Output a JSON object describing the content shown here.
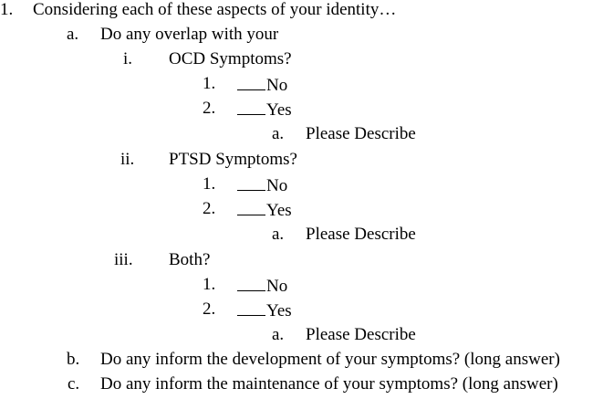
{
  "question": {
    "number": "1.",
    "text": "Considering each of these aspects of your identity…",
    "parts": [
      {
        "marker": "a.",
        "text": "Do any overlap with your",
        "subitems": [
          {
            "marker": "i.",
            "text": "OCD Symptoms?",
            "options": [
              {
                "marker": "1.",
                "label": "No"
              },
              {
                "marker": "2.",
                "label": "Yes"
              }
            ],
            "followup": {
              "marker": "a.",
              "text": "Please Describe"
            }
          },
          {
            "marker": "ii.",
            "text": "PTSD Symptoms?",
            "options": [
              {
                "marker": "1.",
                "label": "No"
              },
              {
                "marker": "2.",
                "label": "Yes"
              }
            ],
            "followup": {
              "marker": "a.",
              "text": "Please Describe"
            }
          },
          {
            "marker": "iii.",
            "text": "Both?",
            "options": [
              {
                "marker": "1.",
                "label": "No"
              },
              {
                "marker": "2.",
                "label": "Yes"
              }
            ],
            "followup": {
              "marker": "a.",
              "text": "Please Describe"
            }
          }
        ]
      },
      {
        "marker": "b.",
        "text": "Do any inform the development of your symptoms? (long answer)"
      },
      {
        "marker": "c.",
        "text": "Do any inform the maintenance of your symptoms? (long answer)"
      }
    ]
  }
}
